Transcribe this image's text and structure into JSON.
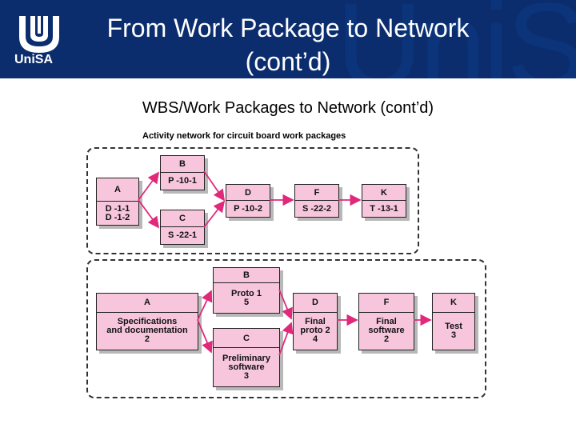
{
  "header": {
    "title_line1": "From Work Package to Network",
    "title_line2": "(cont’d)",
    "logo_text": "UniSA",
    "watermark": "UniSA"
  },
  "subtitle": "WBS/Work Packages to Network (cont’d)",
  "caption": "Activity network for circuit board work packages",
  "top_network": {
    "A": {
      "id": "A",
      "body": "D -1-1\nD -1-2"
    },
    "B": {
      "id": "B",
      "body": "P -10-1"
    },
    "C": {
      "id": "C",
      "body": "S -22-1"
    },
    "D": {
      "id": "D",
      "body": "P -10-2"
    },
    "F": {
      "id": "F",
      "body": "S -22-2"
    },
    "K": {
      "id": "K",
      "body": "T -13-1"
    }
  },
  "bottom_network": {
    "A": {
      "id": "A",
      "body": "Specifications\nand documentation\n2"
    },
    "B": {
      "id": "B",
      "body": "Proto 1\n5"
    },
    "C": {
      "id": "C",
      "body": "Preliminary\nsoftware\n3"
    },
    "D": {
      "id": "D",
      "body": "Final\nproto 2\n4"
    },
    "F": {
      "id": "F",
      "body": "Final\nsoftware\n2"
    },
    "K": {
      "id": "K",
      "body": "Test\n3"
    }
  },
  "colors": {
    "header": "#0b2d6e",
    "node_fill": "#f7c6dc",
    "arrow": "#e0297a"
  }
}
